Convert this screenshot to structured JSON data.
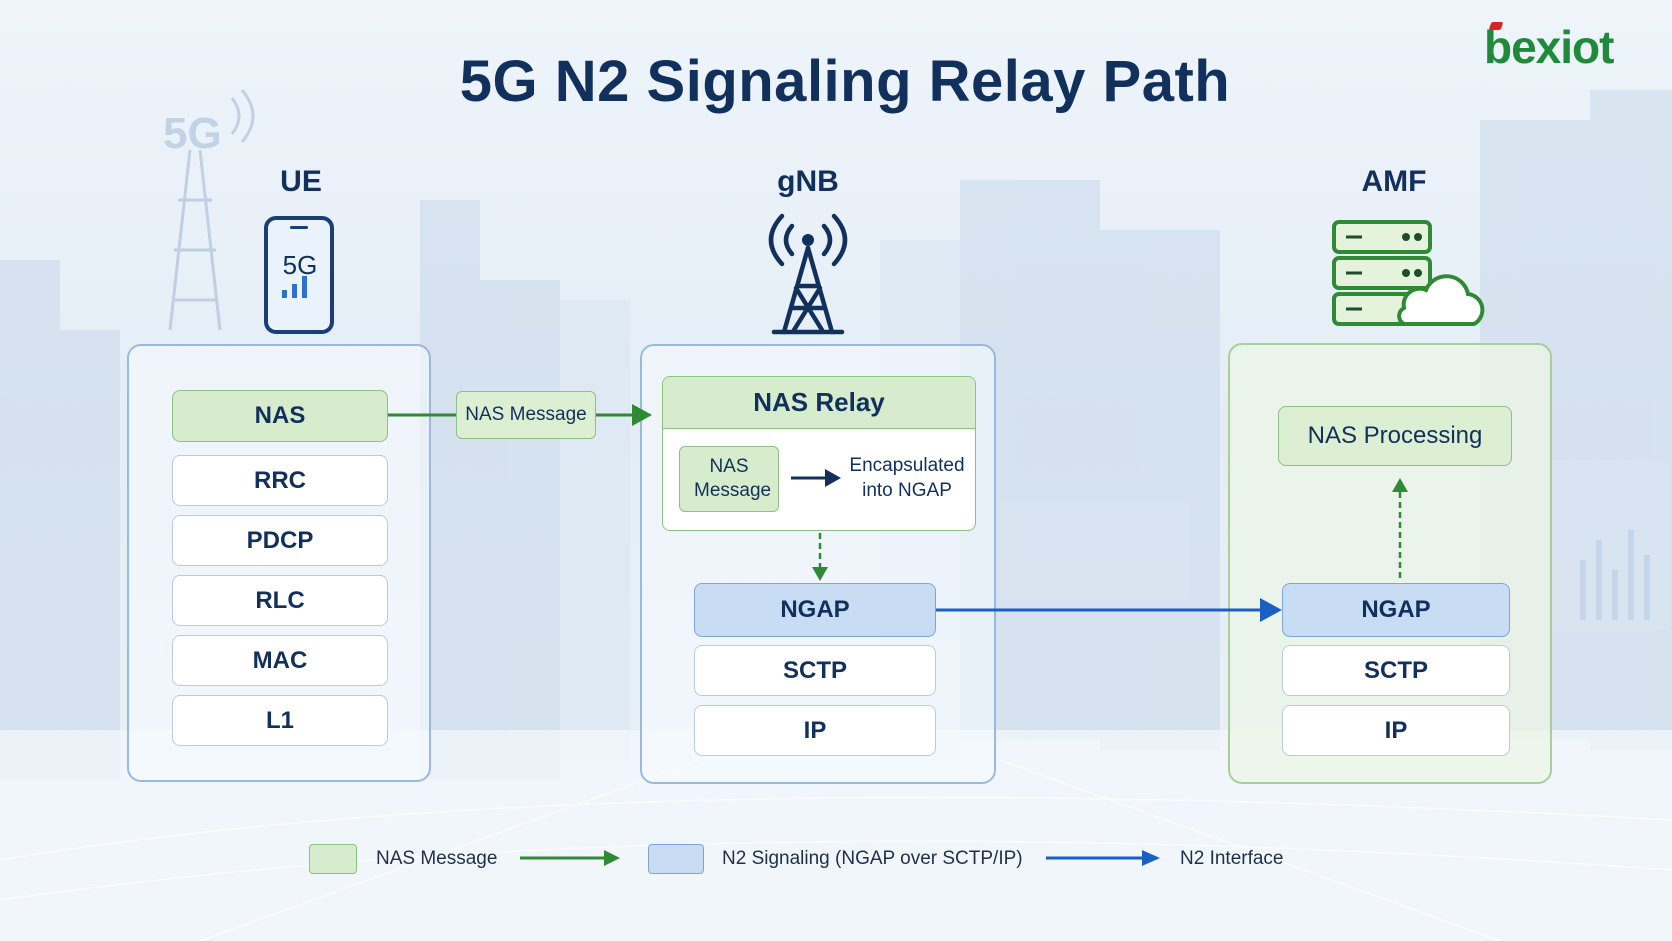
{
  "title": "5G N2 Signaling Relay Path",
  "logo": "bexiot",
  "colors": {
    "title": "#12305c",
    "nas_green": "#2f8a34",
    "n2_blue": "#1a5fc4",
    "logo_green": "#1e8a3a",
    "logo_red": "#d8232a"
  },
  "ue": {
    "label": "UE",
    "phone_text": "5G",
    "stack": [
      "NAS",
      "RRC",
      "PDCP",
      "RLC",
      "MAC",
      "L1"
    ]
  },
  "gnb": {
    "label": "gNB",
    "relay_title": "NAS Relay",
    "relay_message": "NAS Message",
    "encap_line1": "Encapsulated",
    "encap_line2": "into NGAP",
    "stack": [
      "NGAP",
      "SCTP",
      "IP"
    ]
  },
  "amf": {
    "label": "AMF",
    "processing": "NAS Processing",
    "stack": [
      "NGAP",
      "SCTP",
      "IP"
    ]
  },
  "arrows": {
    "ue_to_gnb_label": "NAS Message"
  },
  "legend": {
    "nas_message": "NAS Message",
    "n2_signaling": "N2 Signaling (NGAP over SCTP/IP)",
    "n2_interface": "N2 Interface"
  },
  "icons": [
    "5g-tower-icon",
    "phone-icon",
    "antenna-tower-icon",
    "server-cloud-icon"
  ]
}
